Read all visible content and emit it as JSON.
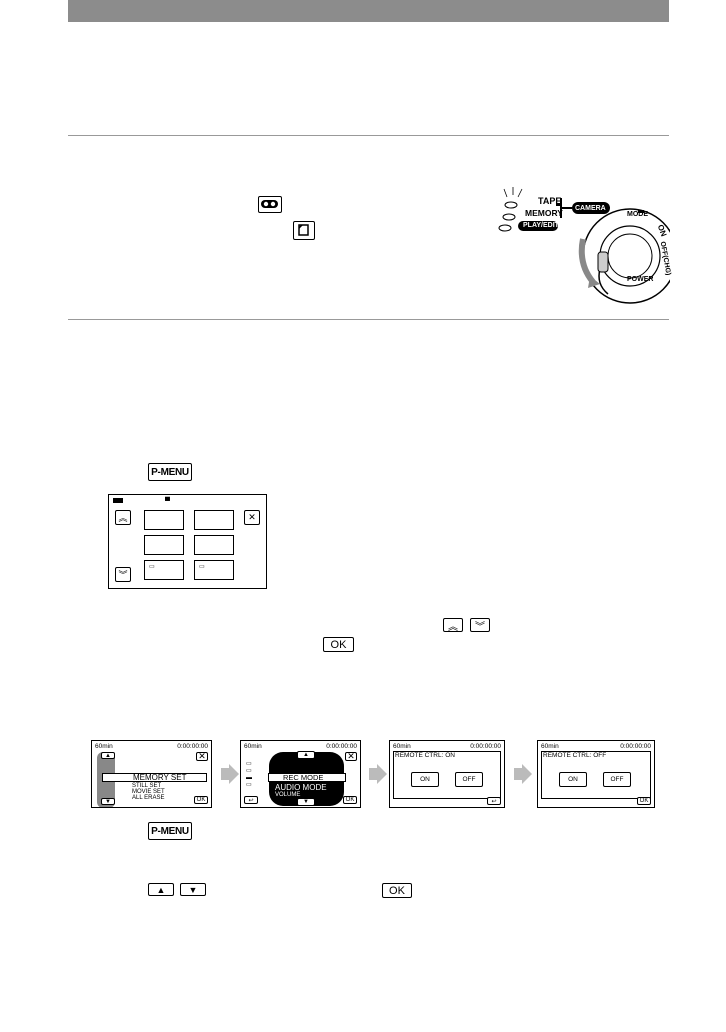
{
  "illustration_labels": {
    "tape": "TAPE",
    "memory": "MEMORY",
    "play_edit": "PLAY/EDIT",
    "camera": "CAMERA",
    "mode": "MODE",
    "on": "ON",
    "off_chg": "OFF(CHG)",
    "power": "POWER"
  },
  "buttons": {
    "pmenu": "P-MENU",
    "ok": "OK"
  },
  "screens": {
    "time": "0:00:00:00",
    "remaining": "60min",
    "memory_set": "MEMORY SET",
    "still_set": "STILL SET",
    "movie_set": "MOVIE SET",
    "all_erase": "ALL ERASE",
    "rec_mode": "REC MODE",
    "audio_mode": "AUDIO MODE",
    "volume": "VOLUME",
    "remote_on_title": "REMOTE CTRL: ON",
    "remote_off_title": "REMOTE CTRL: OFF",
    "on": "ON",
    "off": "OFF"
  }
}
